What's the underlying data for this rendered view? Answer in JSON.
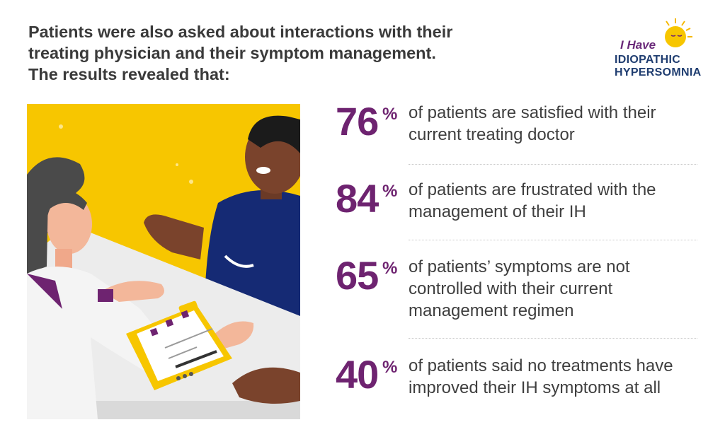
{
  "headline": {
    "line1": "Patients were also asked about interactions with their",
    "line2": "treating physician and their symptom management.",
    "line3": "The results revealed that:"
  },
  "logo": {
    "line1": "I Have",
    "line2": "IDIOPATHIC",
    "line3": "HYPERSOMNIA"
  },
  "colors": {
    "accent": "#6e2370",
    "yellow": "#f7c600",
    "text": "#3f3f3f"
  },
  "stats": [
    {
      "value": "76",
      "unit": "%",
      "text": "of patients are satisfied with their current treating doctor"
    },
    {
      "value": "84",
      "unit": "%",
      "text": "of patients are frustrated with the management of their IH"
    },
    {
      "value": "65",
      "unit": "%",
      "text": "of patients’ symptoms are not controlled with their current management regimen"
    },
    {
      "value": "40",
      "unit": "%",
      "text": "of patients said no treatments have improved their IH symptoms at all"
    }
  ]
}
